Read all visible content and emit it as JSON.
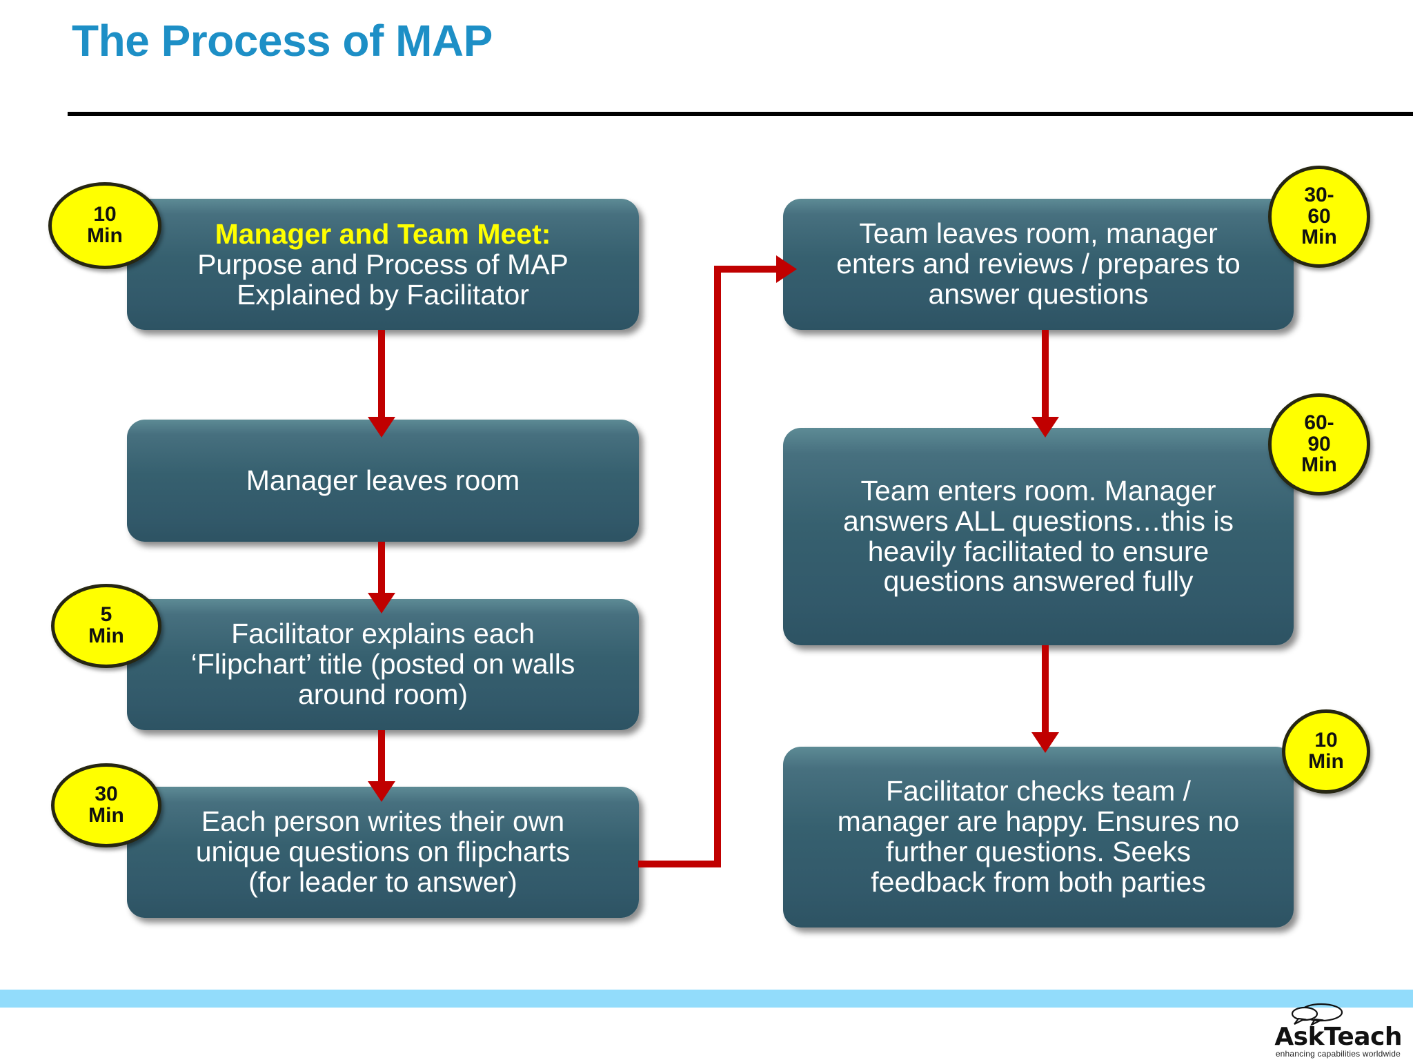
{
  "slide": {
    "title": "The Process of MAP"
  },
  "left_column": {
    "boxes": [
      {
        "id": "manager-team-meet",
        "heading": "Manager and Team Meet:",
        "lines": [
          "Purpose and Process of MAP",
          "Explained by Facilitator"
        ],
        "badge": [
          "10",
          "Min"
        ]
      },
      {
        "id": "manager-leaves-room",
        "heading": "",
        "lines": [
          "Manager leaves room"
        ],
        "badge": []
      },
      {
        "id": "facilitator-explains-flipchart",
        "heading": "",
        "lines": [
          "Facilitator explains each",
          "‘Flipchart’ title (posted on walls",
          "around room)"
        ],
        "badge": [
          "5",
          "Min"
        ]
      },
      {
        "id": "each-person-writes-questions",
        "heading": "",
        "lines": [
          "Each person writes their own",
          "unique questions on flipcharts",
          "(for leader to answer)"
        ],
        "badge": [
          "30",
          "Min"
        ]
      }
    ]
  },
  "right_column": {
    "boxes": [
      {
        "id": "team-leaves-manager-enters",
        "heading": "",
        "lines": [
          "Team leaves room, manager",
          "enters and reviews / prepares to",
          "answer questions"
        ],
        "badge": [
          "30-",
          "60",
          "Min"
        ]
      },
      {
        "id": "team-enters-manager-answers",
        "heading": "",
        "lines": [
          "Team enters room. Manager",
          "answers ALL questions…this is",
          "heavily facilitated to ensure",
          "questions answered fully"
        ],
        "badge": [
          "60-",
          "90",
          "Min"
        ]
      },
      {
        "id": "facilitator-checks-team",
        "heading": "",
        "lines": [
          "Facilitator checks team /",
          "manager are happy. Ensures no",
          "further questions. Seeks",
          "feedback from both parties"
        ],
        "badge": [
          "10",
          "Min"
        ]
      }
    ]
  },
  "footer": {
    "logo_name": "AskTeach",
    "logo_tagline": "enhancing capabilities worldwide"
  },
  "colors": {
    "title_blue": "#1d8fc6",
    "box_teal": "#36606f",
    "badge_yellow": "#ffff00",
    "arrow_red": "#c00000",
    "footer_blue": "#92dcfb",
    "heading_yellow": "#ffff00"
  }
}
